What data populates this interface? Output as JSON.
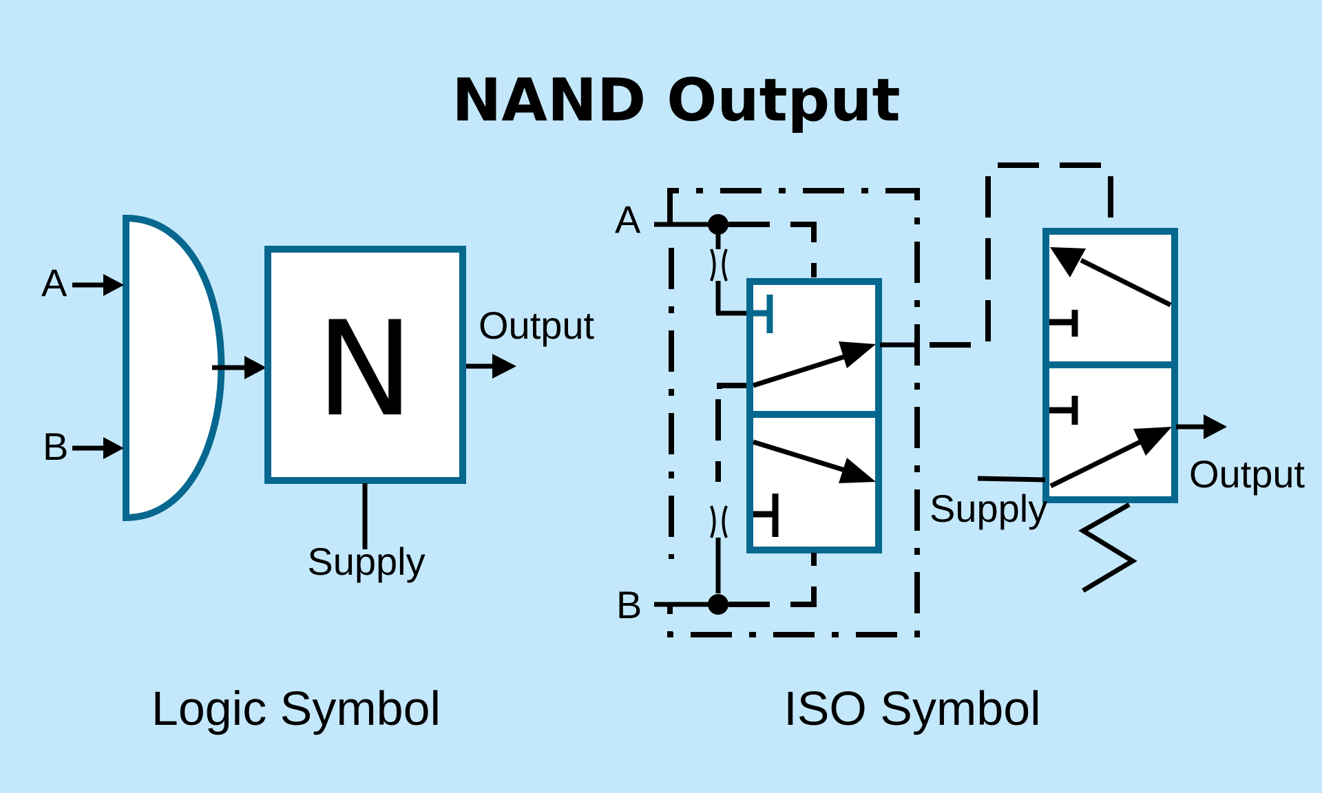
{
  "title": "NAND Output",
  "logic_symbol": {
    "caption": "Logic Symbol",
    "input_a": "A",
    "input_b": "B",
    "gate_letter": "N",
    "output_label": "Output",
    "supply_label": "Supply"
  },
  "iso_symbol": {
    "caption": "ISO Symbol",
    "input_a": "A",
    "input_b": "B",
    "supply_label": "Supply",
    "output_label": "Output"
  },
  "colors": {
    "background": "#c4e8fb",
    "symbol_border": "#06678f",
    "line": "#000000"
  }
}
